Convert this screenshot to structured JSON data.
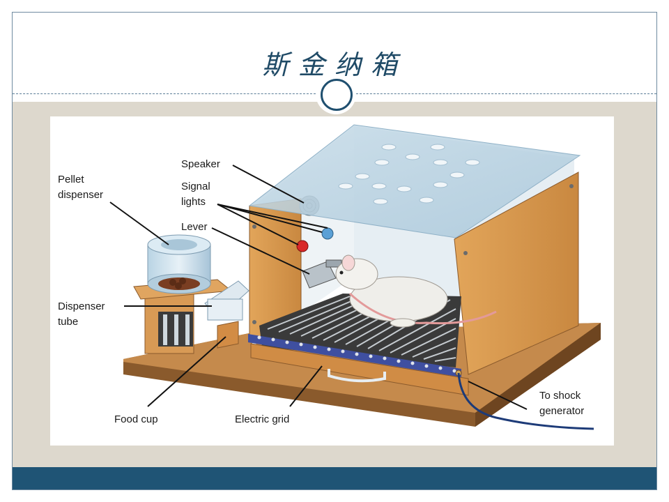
{
  "slide": {
    "title": "斯金纳箱"
  },
  "figure": {
    "labels": {
      "speaker": "Speaker",
      "signal_lights": "Signal\nlights",
      "lever": "Lever",
      "pellet_dispenser": "Pellet\ndispenser",
      "dispenser_tube": "Dispenser\ntube",
      "food_cup": "Food cup",
      "electric_grid": "Electric grid",
      "to_shock_generator": "To shock\ngenerator"
    }
  }
}
